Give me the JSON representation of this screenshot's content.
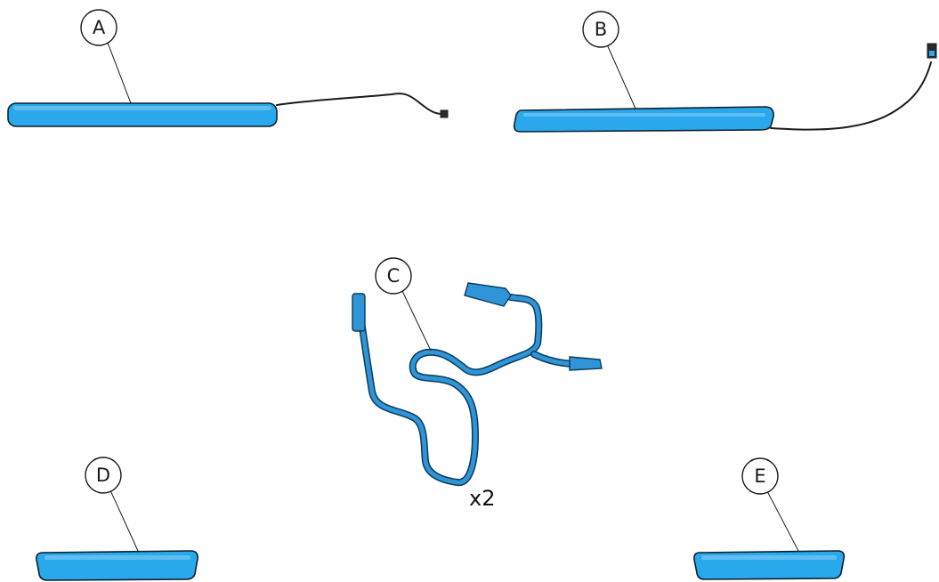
{
  "colors": {
    "part_blue": "#29a8ec",
    "harness_blue": "#2f95d6",
    "outline": "#0d1f2d"
  },
  "callouts": {
    "a": "A",
    "b": "B",
    "c": "C",
    "d": "D",
    "e": "E"
  },
  "quantity_note": "x2"
}
